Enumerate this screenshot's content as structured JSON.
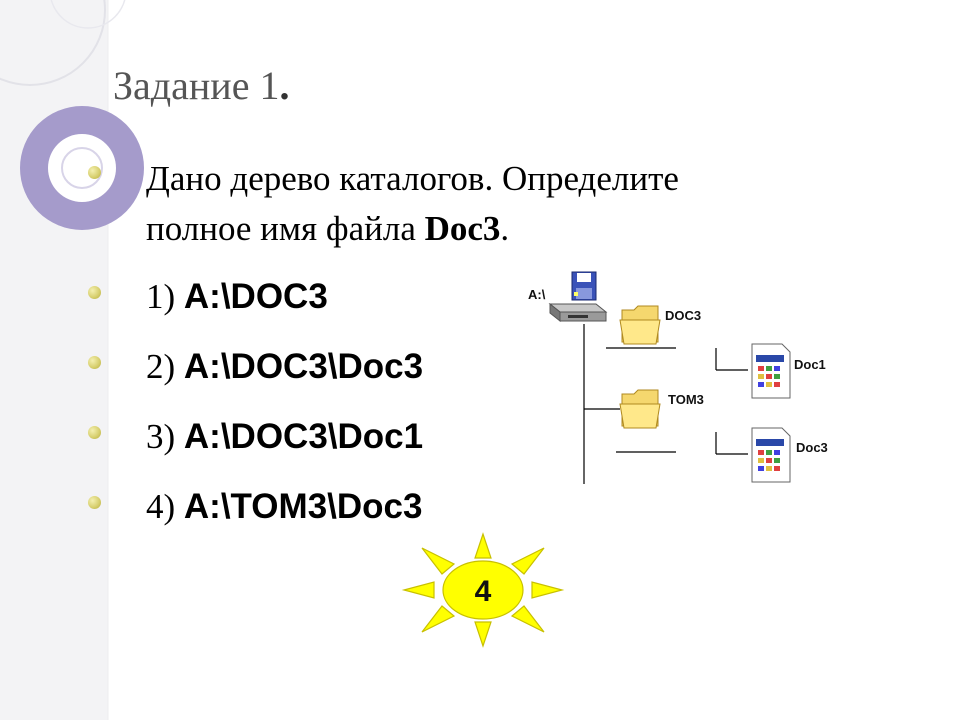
{
  "slide": {
    "title": "Задание 1",
    "title_suffix": "."
  },
  "question": {
    "line1": "Дано дерево каталогов. Определите",
    "line2_prefix": "полное имя файла ",
    "line2_bold": "Doc3",
    "line2_suffix": "."
  },
  "options": [
    {
      "num": "1) ",
      "path": "A:\\DOC3"
    },
    {
      "num": "2) ",
      "path": "A:\\DOC3\\Doc3"
    },
    {
      "num": "3) ",
      "path": "A:\\DOC3\\Doc1"
    },
    {
      "num": "4) ",
      "path": "A:\\TOM3\\Doc3"
    }
  ],
  "tree": {
    "root_label": "A:\\",
    "folders": [
      "DOC3",
      "TOM3"
    ],
    "files": [
      "Doc1",
      "Doc3"
    ]
  },
  "answer": {
    "value": "4"
  },
  "colors": {
    "sun_fill": "#FFFF00",
    "sun_outline": "#C8C000",
    "bullet": "#D8D070",
    "deco_purple": "#A59BCB",
    "folder": "#F5D76E"
  }
}
